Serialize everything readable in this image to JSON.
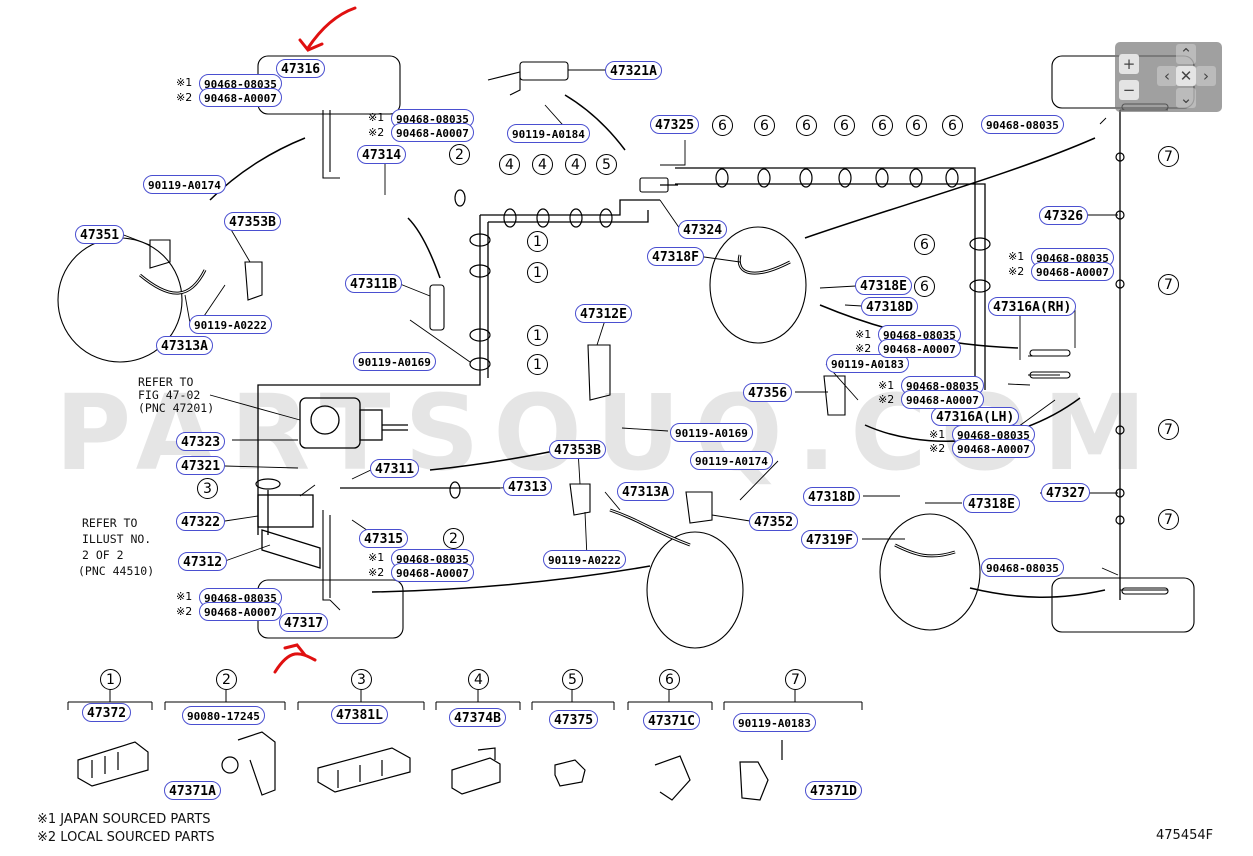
{
  "parts": {
    "p47316": "47316",
    "p47317": "47317",
    "p47321A": "47321A",
    "p47325": "47325",
    "p47324": "47324",
    "p47314": "47314",
    "p47315": "47315",
    "p47311B": "47311B",
    "p47311": "47311",
    "p47313": "47313",
    "p47313A_left": "47313A",
    "p47313A_mid": "47313A",
    "p47351": "47351",
    "p47353B_top": "47353B",
    "p47353B_mid": "47353B",
    "p47312E": "47312E",
    "p47312": "47312",
    "p47318F": "47318F",
    "p47318E_top": "47318E",
    "p47318D_top": "47318D",
    "p47318D_bot": "47318D",
    "p47318E_bot": "47318E",
    "p47319F": "47319F",
    "p47356": "47356",
    "p47352": "47352",
    "p47326": "47326",
    "p47327": "47327",
    "p47316A_RH": "47316A(RH)",
    "p47316A_LH": "47316A(LH)",
    "p47323": "47323",
    "p47321": "47321",
    "p47322": "47322",
    "b_0174_left": "90119-A0174",
    "b_0222_left": "90119-A0222",
    "b_0184": "90119-A0184",
    "b_0169_left": "90119-A0169",
    "b_0169_mid": "90119-A0169",
    "b_0174_mid": "90119-A0174",
    "b_0222_mid": "90119-A0222",
    "b_0183": "90119-A0183",
    "c1_08035_47316": "90468-08035",
    "c2_A0007_47316": "90468-A0007",
    "c1_08035_47314": "90468-08035",
    "c2_A0007_47314": "90468-A0007",
    "c1_08035_47315": "90468-08035",
    "c2_A0007_47315": "90468-A0007",
    "c1_08035_47317": "90468-08035",
    "c2_A0007_47317": "90468-A0007",
    "c1_08035_RH": "90468-08035",
    "c2_A0007_RH": "90468-A0007",
    "c1_08035_mid": "90468-08035",
    "c2_A0007_mid": "90468-A0007",
    "c1_08035_LHa": "90468-08035",
    "c2_A0007_LHa": "90468-A0007",
    "c1_08035_LHb": "90468-08035",
    "c2_A0007_LHb": "90468-A0007",
    "c_08035_topright": "90468-08035",
    "c_08035_botright": "90468-08035"
  },
  "callouts": [
    "1",
    "2",
    "3",
    "4",
    "5",
    "6",
    "7"
  ],
  "marks": {
    "m1": "※1",
    "m2": "※2"
  },
  "notes": {
    "refer_fig_1": "REFER TO",
    "refer_fig_2": "FIG 47-02",
    "refer_fig_3": "(PNC 47201)",
    "refer_illust_1": "REFER TO",
    "refer_illust_2": "ILLUST NO.",
    "refer_illust_3": "2 OF 2",
    "refer_illust_4": "(PNC 44510)"
  },
  "legend": {
    "items": [
      {
        "callout": "1",
        "part": "47372"
      },
      {
        "callout": "2",
        "part": "90080-17245",
        "sub": "47371A"
      },
      {
        "callout": "3",
        "part": "47381L"
      },
      {
        "callout": "4",
        "part": "47374B"
      },
      {
        "callout": "5",
        "part": "47375"
      },
      {
        "callout": "6",
        "part": "47371C"
      },
      {
        "callout": "7",
        "part": "90119-A0183",
        "sub": "47371D"
      }
    ]
  },
  "footnotes": {
    "japan": "※1 JAPAN SOURCED PARTS",
    "local": "※2 LOCAL SOURCED PARTS"
  },
  "illustration_code": "475454F",
  "watermark": "PARTSOUQ.COM",
  "zoom": {
    "in": "+",
    "out": "−",
    "up": "⌃",
    "down": "⌄",
    "left": "‹",
    "right": "›",
    "reset": "✕"
  },
  "colors": {
    "label_border": "#4a4fd0",
    "annotation_red": "#e01010"
  }
}
